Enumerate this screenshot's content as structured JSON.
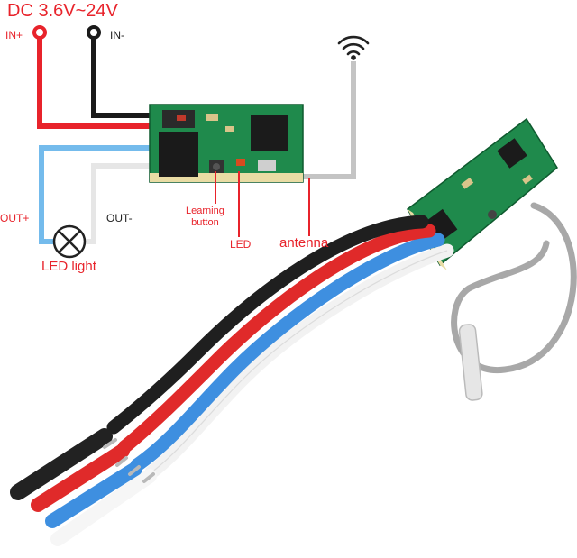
{
  "diagram": {
    "title": "DC 3.6V~24V",
    "labels": {
      "in_plus": "IN+",
      "in_minus": "IN-",
      "out_plus": "OUT+",
      "out_minus": "OUT-",
      "led_light": "LED light",
      "learning_button": "Learning\nbutton",
      "led": "LED",
      "antenna": "antenna"
    },
    "colors": {
      "label_red": "#e8232b",
      "wire_red": "#e8232b",
      "wire_black": "#1a1a1a",
      "wire_blue": "#6fb8ea",
      "wire_white": "#eeeeee",
      "antenna_wire": "#bdbdbd",
      "pcb_green": "#1f8a4c"
    },
    "icons": [
      "wifi-signal-icon",
      "lamp-icon",
      "terminal-ring-icon"
    ]
  }
}
